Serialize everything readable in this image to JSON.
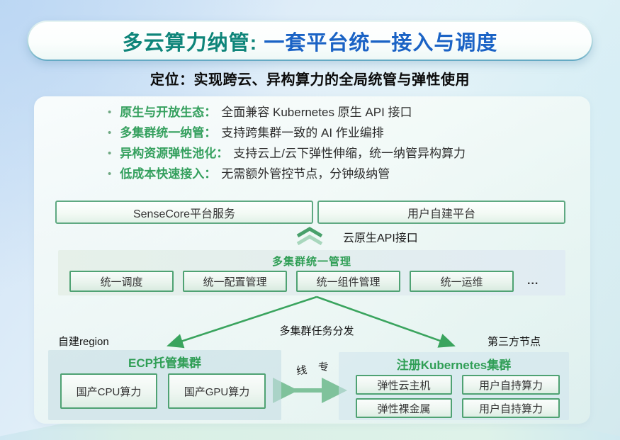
{
  "header": {
    "title_accent": "多云算力纳管:",
    "title_rest": "一套平台统一接入与调度",
    "subtitle": "定位：实现跨云、异构算力的全局统管与弹性使用"
  },
  "bullets": [
    {
      "lead": "原生与开放生态：",
      "text": "全面兼容 Kubernetes 原生 API 接口"
    },
    {
      "lead": "多集群统一纳管：",
      "text": "支持跨集群一致的 AI 作业编排"
    },
    {
      "lead": "异构资源弹性池化：",
      "text": "支持云上/云下弹性伸缩，统一纳管异构算力"
    },
    {
      "lead": "低成本快速接入：",
      "text": "无需额外管控节点，分钟级纳管"
    }
  ],
  "platform_row": {
    "left": "SenseCore平台服务",
    "right": "用户自建平台"
  },
  "api_label": "云原生API接口",
  "management": {
    "title": "多集群统一管理",
    "items": [
      "统一调度",
      "统一配置管理",
      "统一组件管理",
      "统一运维"
    ],
    "more": "..."
  },
  "distribution": {
    "label": "多集群任务分发",
    "left_region_label": "自建region",
    "right_region_label": "第三方节点"
  },
  "left_cluster": {
    "title": "ECP托管集群",
    "items": [
      "国产CPU算力",
      "国产GPU算力"
    ]
  },
  "link_label": "线 专",
  "right_cluster": {
    "title": "注册Kubernetes集群",
    "items": [
      "弹性云主机",
      "用户自持算力",
      "弹性裸金属",
      "用户自持算力"
    ]
  },
  "icons": {
    "api_icon": "chevron-up-double",
    "dispatch_icons": "fan-arrows-down",
    "link_icon": "double-headed-arrow"
  },
  "colors": {
    "accent_green": "#35a05e",
    "title_teal": "#0f857a",
    "title_blue": "#1b63c5",
    "box_border_green": "#4fa273",
    "arrow_green": "#3aa45e",
    "link_arrow_green": "#7fc29b"
  }
}
